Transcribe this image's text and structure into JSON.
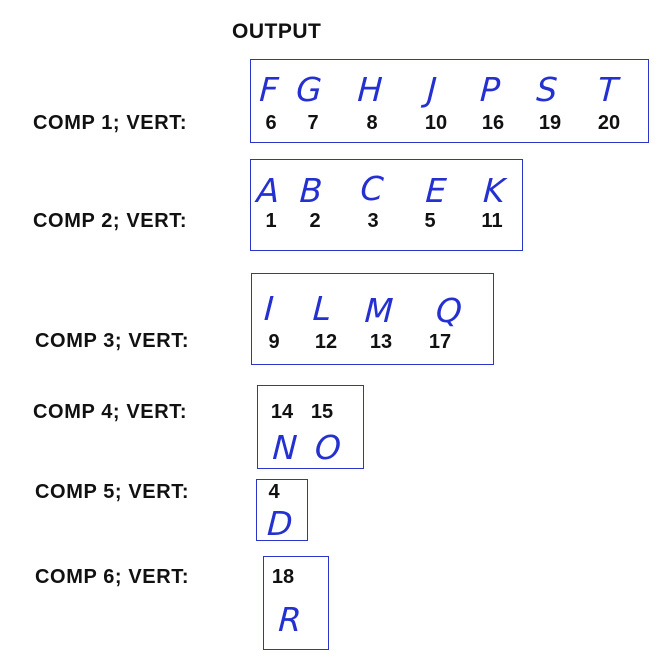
{
  "title": "OUTPUT",
  "colors": {
    "box_border": "#2b35c8",
    "handwriting": "#2430d0",
    "text": "#111111"
  },
  "components": [
    {
      "label": "COMP 1; VERT:",
      "vertices": [
        "6",
        "7",
        "8",
        "10",
        "16",
        "19",
        "20"
      ],
      "letters": [
        "F",
        "G",
        "H",
        "J",
        "P",
        "S",
        "T"
      ]
    },
    {
      "label": "COMP 2; VERT:",
      "vertices": [
        "1",
        "2",
        "3",
        "5",
        "11"
      ],
      "letters": [
        "A",
        "B",
        "C",
        "E",
        "K"
      ]
    },
    {
      "label": "COMP 3; VERT:",
      "vertices": [
        "9",
        "12",
        "13",
        "17"
      ],
      "letters": [
        "I",
        "L",
        "M",
        "Q"
      ]
    },
    {
      "label": "COMP 4; VERT:",
      "vertices": [
        "14",
        "15"
      ],
      "letters": [
        "N",
        "O"
      ]
    },
    {
      "label": "COMP 5; VERT:",
      "vertices": [
        "4"
      ],
      "letters": [
        "D"
      ]
    },
    {
      "label": "COMP 6; VERT:",
      "vertices": [
        "18"
      ],
      "letters": [
        "R"
      ]
    }
  ]
}
